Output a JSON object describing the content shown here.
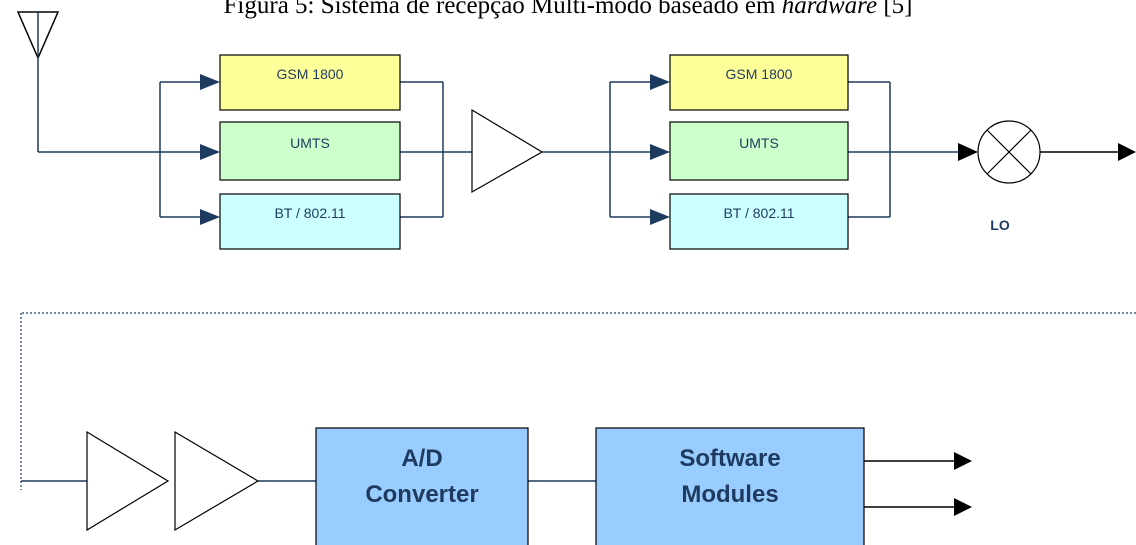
{
  "caption": {
    "prefix": "Figura 5: Sistema de recepção Multi-modo baseado em ",
    "italic": "hardware",
    "suffix": " [5]"
  },
  "filter_bank_1": {
    "gsm": "GSM 1800",
    "umts": "UMTS",
    "bt": "BT / 802.11"
  },
  "filter_bank_2": {
    "gsm": "GSM 1800",
    "umts": "UMTS",
    "bt": "BT / 802.11"
  },
  "mixer": {
    "lo_label": "LO"
  },
  "adc": {
    "line1": "A/D",
    "line2": "Converter"
  },
  "software": {
    "line1": "Software",
    "line2": "Modules"
  },
  "colors": {
    "gsm_fill": "#ffff99",
    "umts_fill": "#ccffcc",
    "bt_fill": "#ccffff",
    "block_fill": "#99ccff",
    "wire": "#1f3a5f",
    "label_text": "#1f3a5f"
  }
}
